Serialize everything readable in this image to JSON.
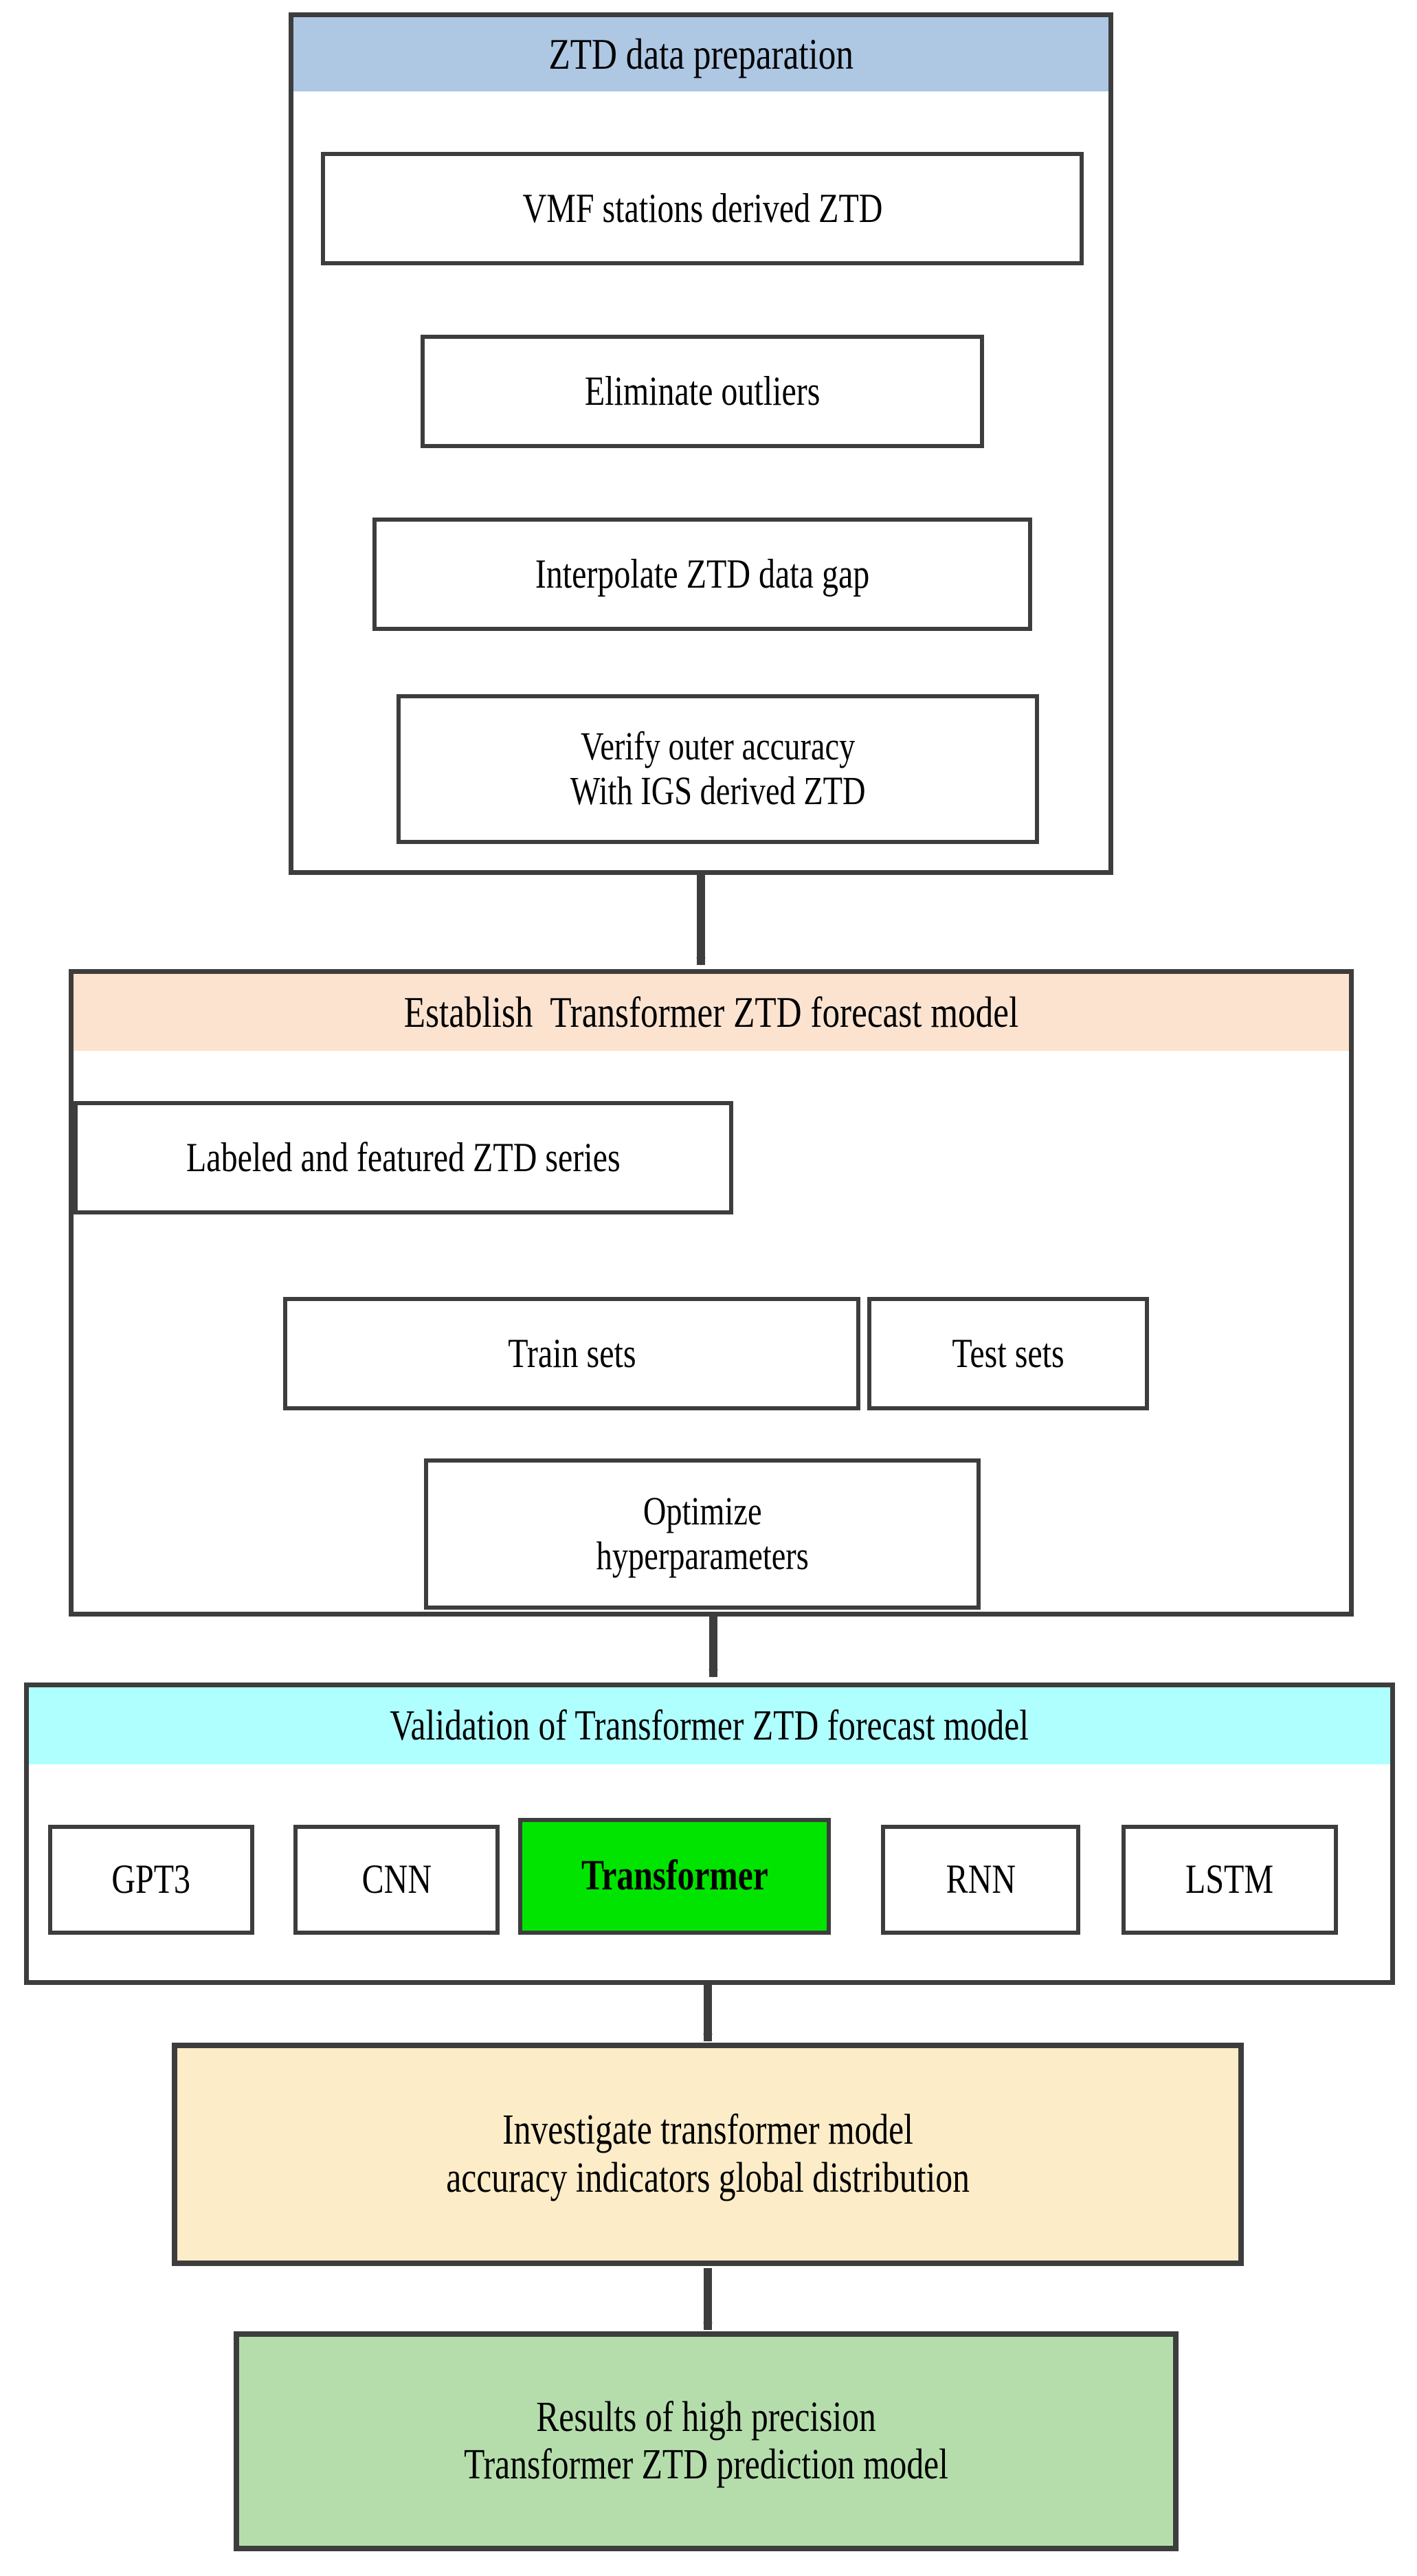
{
  "diagram": {
    "title": "ZTD Transformer forecast workflow flowchart",
    "colors": {
      "border": "#3d3d3d",
      "header_blue": "#AEC7E3",
      "header_peach": "#FCE3D0",
      "header_cyan": "#AFFFFF",
      "box_cream": "#FCECC8",
      "box_green_light": "#B5DDAC",
      "box_green_bright": "#00E400",
      "box_white": "#FFFFFF",
      "text": "#000000"
    }
  },
  "section_data_preparation": {
    "header": "ZTD data preparation",
    "steps": [
      {
        "label": "VMF stations derived ZTD"
      },
      {
        "label": "Eliminate outliers"
      },
      {
        "label": "Interpolate ZTD data gap"
      },
      {
        "label": "Verify outer accuracy\nWith IGS derived ZTD"
      }
    ]
  },
  "section_establish_model": {
    "header": "Establish  Transformer ZTD forecast model",
    "series_box": "Labeled and featured ZTD series",
    "split_boxes": [
      {
        "label": "Train sets"
      },
      {
        "label": "Test sets"
      }
    ],
    "optimize_box": "Optimize\nhyperparameters"
  },
  "section_validation": {
    "header": "Validation of Transformer ZTD forecast model",
    "models": [
      {
        "label": "GPT3",
        "highlighted": false
      },
      {
        "label": "CNN",
        "highlighted": false
      },
      {
        "label": "Transformer",
        "highlighted": true
      },
      {
        "label": "RNN",
        "highlighted": false
      },
      {
        "label": "LSTM",
        "highlighted": false
      }
    ]
  },
  "section_investigate": {
    "label": "Investigate transformer model\naccuracy indicators global distribution"
  },
  "section_results": {
    "label": "Results of high precision\nTransformer ZTD prediction model"
  }
}
